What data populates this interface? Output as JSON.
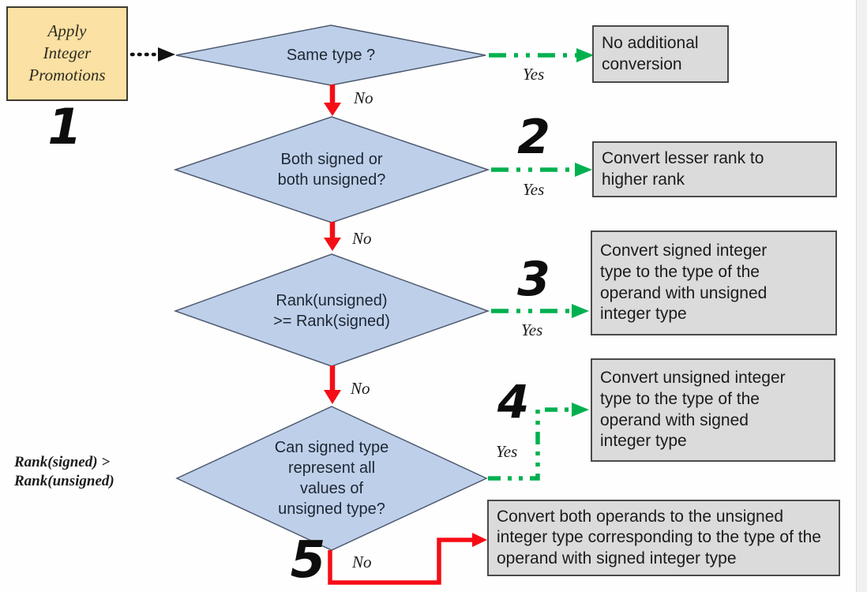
{
  "colors": {
    "diamond_fill": "#bed0e9",
    "diamond_border": "#4e5a70",
    "result_fill": "#dbdbdb",
    "result_border": "#4a4a4a",
    "start_fill": "#fbe1a3",
    "yes_green": "#00b04f",
    "no_red": "#f50d16",
    "arrow_black": "#111111"
  },
  "start": {
    "lines": [
      "Apply",
      "Integer",
      "Promotions"
    ]
  },
  "step_numbers": [
    "1",
    "2",
    "3",
    "4",
    "5"
  ],
  "decisions": [
    {
      "label": "Same type ?"
    },
    {
      "label": "Both signed or both unsigned?"
    },
    {
      "label": "Rank(unsigned) >= Rank(signed)"
    },
    {
      "label": "Can signed type represent all values of unsigned type?"
    }
  ],
  "results": [
    {
      "text": "No additional conversion"
    },
    {
      "text": "Convert lesser rank to higher rank"
    },
    {
      "text": "Convert signed integer type to the type of the operand with unsigned integer type"
    },
    {
      "text": "Convert unsigned integer type to the type of the operand with signed integer type"
    },
    {
      "text": "Convert both operands to the unsigned integer type corresponding to the type of the operand with signed integer type"
    }
  ],
  "edge_labels": {
    "yes": "Yes",
    "no": "No"
  },
  "side_note": {
    "lines": [
      "Rank(signed) >",
      "Rank(unsigned)"
    ]
  }
}
